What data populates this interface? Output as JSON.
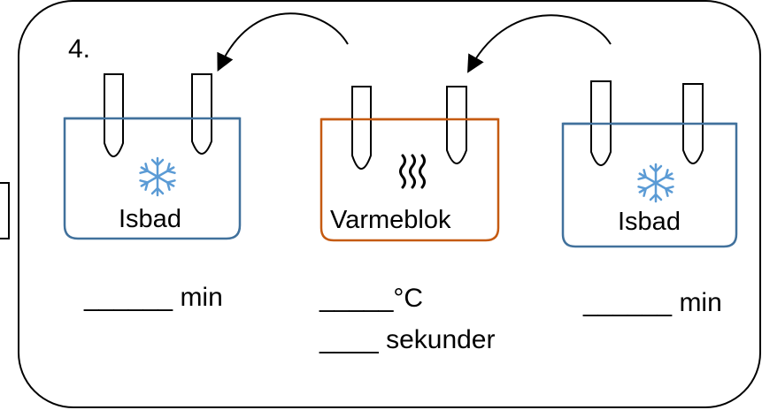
{
  "step_number": "4.",
  "stations": [
    {
      "label": "Isbad",
      "icon": "snowflake-icon",
      "outline_color": "#41719c"
    },
    {
      "label": "Varmeblok",
      "icon": "heat-waves-icon",
      "outline_color": "#c55a11"
    },
    {
      "label": "Isbad",
      "icon": "snowflake-icon",
      "outline_color": "#41719c"
    }
  ],
  "answers": {
    "ice1_time": "______ min",
    "heat_temp": "_____°C",
    "heat_time": "____ sekunder",
    "ice2_time": "______ min"
  },
  "colors": {
    "ice": "#41719c",
    "heat": "#c55a11",
    "snowflake": "#5b9bd5",
    "line": "#000000"
  }
}
